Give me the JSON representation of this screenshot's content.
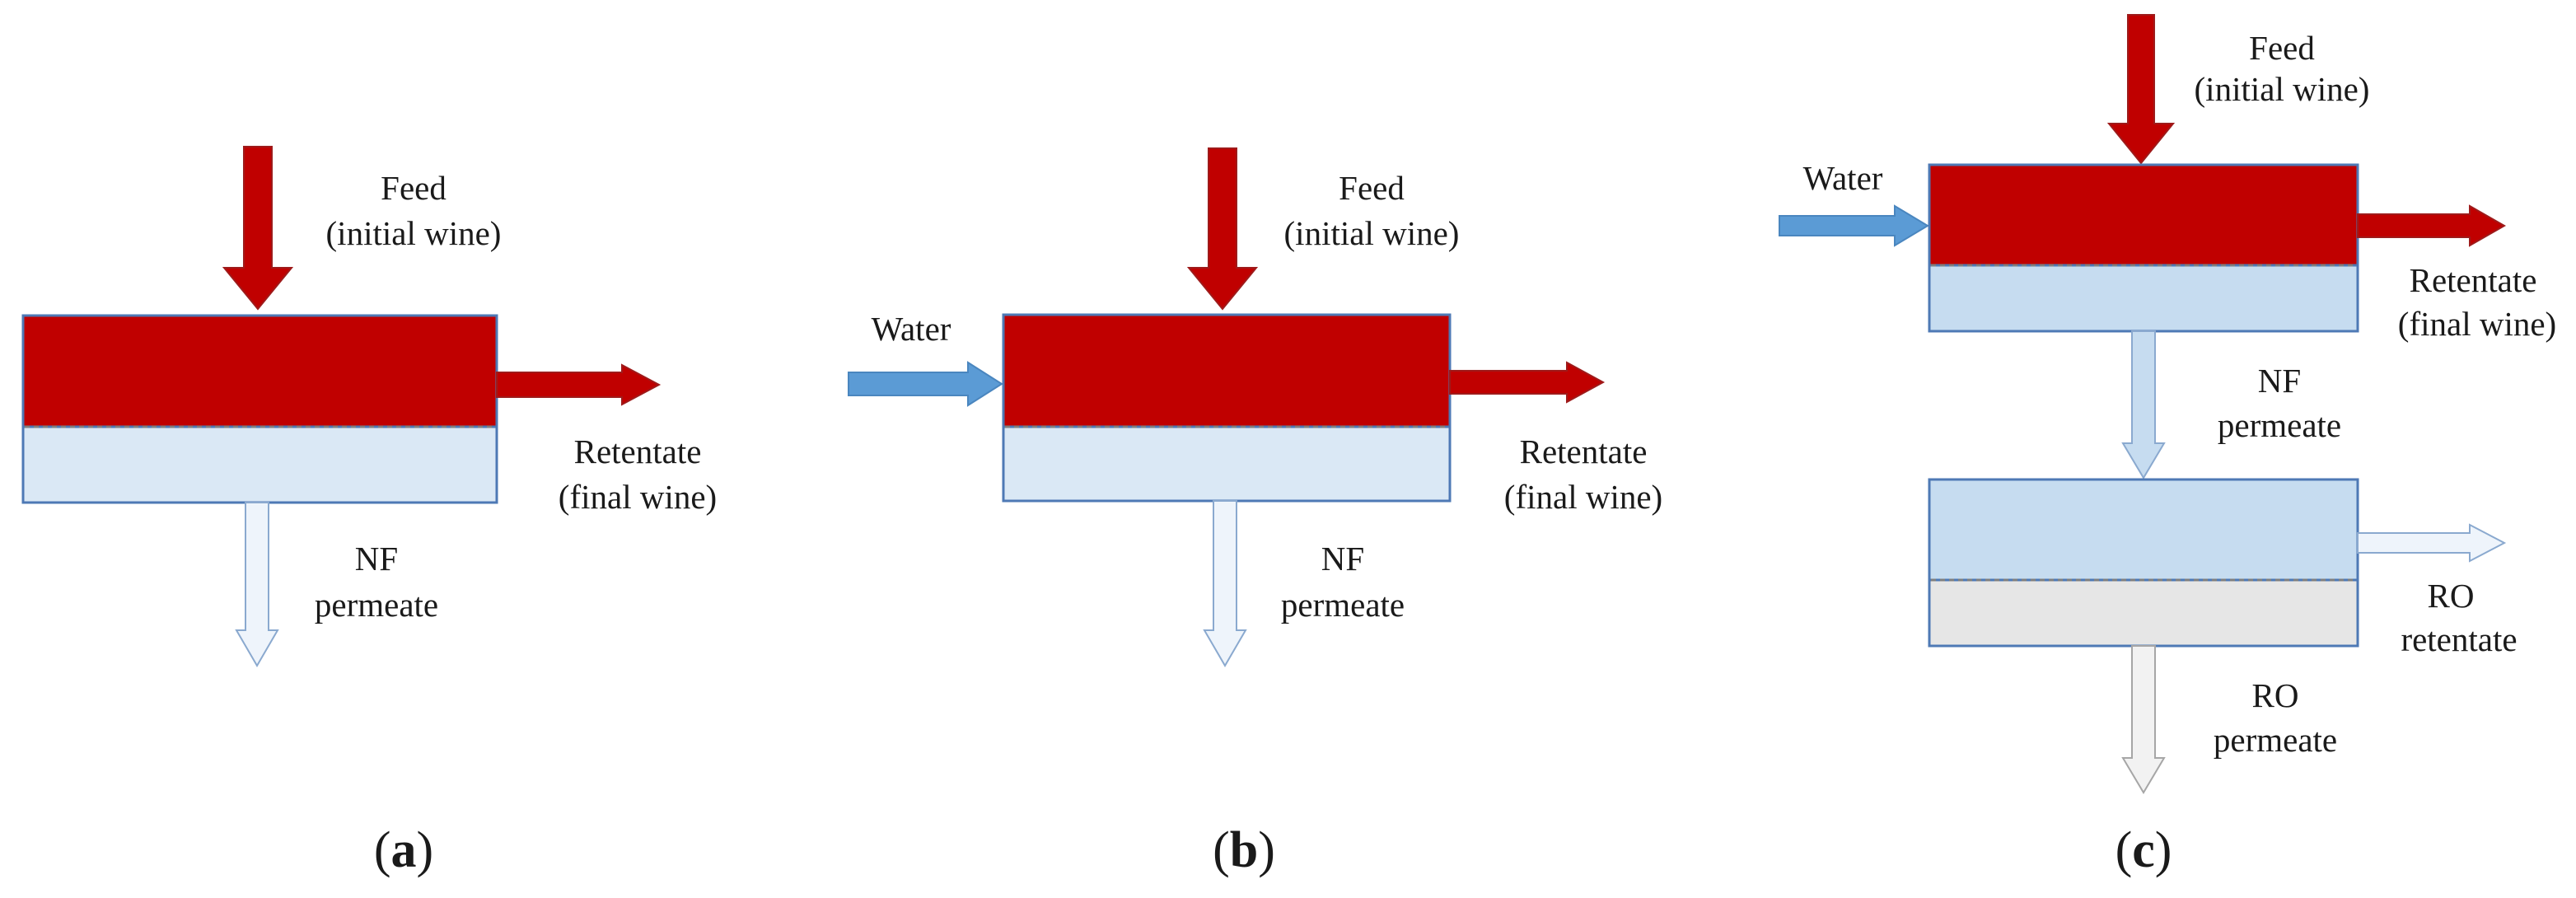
{
  "colors": {
    "wine": "#c00000",
    "wine_stroke": "#9e1b1b",
    "water": "#5b9bd5",
    "permeate_fill": "#dae8f5",
    "permeate_light": "#c6dcf0",
    "ro_bottom": "#e6e6e6",
    "box_stroke": "#4e79b5",
    "membrane": "#7f7f7f"
  },
  "panel_a": {
    "feed_line1": "Feed",
    "feed_line2": "(initial wine)",
    "retentate_line1": "Retentate",
    "retentate_line2": "(final wine)",
    "permeate_line1": "NF",
    "permeate_line2": "permeate",
    "caption_open": "(",
    "caption_letter": "a",
    "caption_close": ")"
  },
  "panel_b": {
    "water": "Water",
    "feed_line1": "Feed",
    "feed_line2": "(initial wine)",
    "retentate_line1": "Retentate",
    "retentate_line2": "(final wine)",
    "permeate_line1": "NF",
    "permeate_line2": "permeate",
    "caption_open": "(",
    "caption_letter": "b",
    "caption_close": ")"
  },
  "panel_c": {
    "water": "Water",
    "feed_line1": "Feed",
    "feed_line2": "(initial wine)",
    "retentate_line1": "Retentate",
    "retentate_line2": "(final wine)",
    "nf_permeate_line1": "NF",
    "nf_permeate_line2": "permeate",
    "ro_retentate_line1": "RO",
    "ro_retentate_line2": "retentate",
    "ro_permeate_line1": "RO",
    "ro_permeate_line2": "permeate",
    "caption_open": "(",
    "caption_letter": "c",
    "caption_close": ")"
  }
}
